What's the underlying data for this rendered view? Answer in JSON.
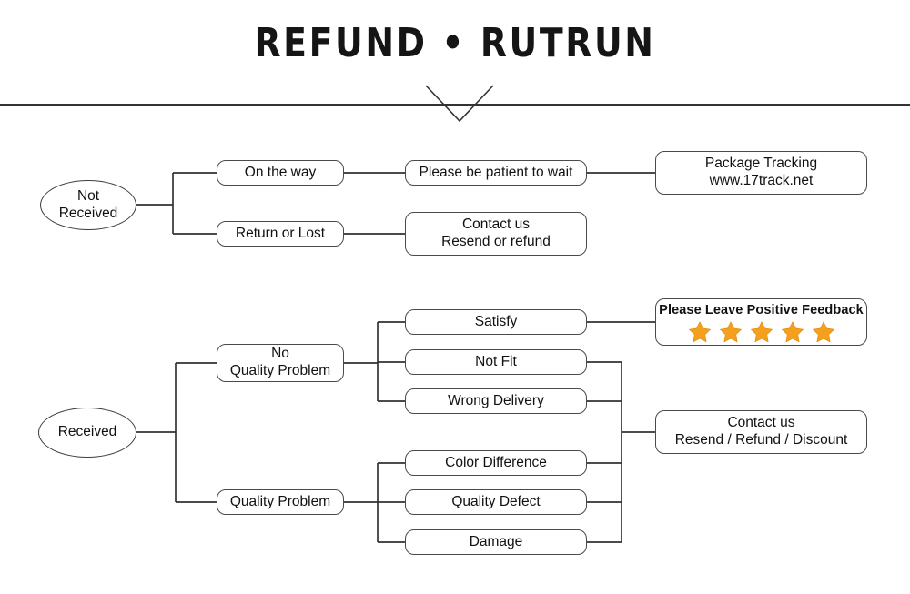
{
  "header": {
    "title": "REFUND • RUTRUN",
    "divider_icon": "chevron-down-icon"
  },
  "colors": {
    "star": "#F4A01E",
    "star_stroke": "#E08A0A",
    "box_border": "#4a4a4a",
    "ellipse_border": "#3d3d3d",
    "wire": "#333333",
    "text": "#111111",
    "background": "#ffffff"
  },
  "flow": {
    "not_received": {
      "root_label_line1": "Not",
      "root_label_line2": "Received",
      "branches": [
        {
          "label": "On the way",
          "next": {
            "label": "Please be patient to wait",
            "next": {
              "line1": "Package Tracking",
              "line2": "www.17track.net"
            }
          }
        },
        {
          "label": "Return or Lost",
          "next": {
            "line1": "Contact us",
            "line2": "Resend or refund"
          }
        }
      ]
    },
    "received": {
      "root_label": "Received",
      "branches": [
        {
          "label_line1": "No",
          "label_line2": "Quality Problem",
          "reasons": [
            "Satisfy",
            "Not Fit",
            "Wrong Delivery"
          ]
        },
        {
          "label_line1": "Quality Problem",
          "label_line2": "",
          "reasons": [
            "Color Difference",
            "Quality Defect",
            "Damage"
          ]
        }
      ],
      "outcomes": {
        "feedback": {
          "text": "Please Leave Positive Feedback",
          "star_count": 5,
          "star_icon": "star-icon"
        },
        "contact": {
          "line1": "Contact us",
          "line2": "Resend / Refund / Discount"
        }
      }
    }
  }
}
